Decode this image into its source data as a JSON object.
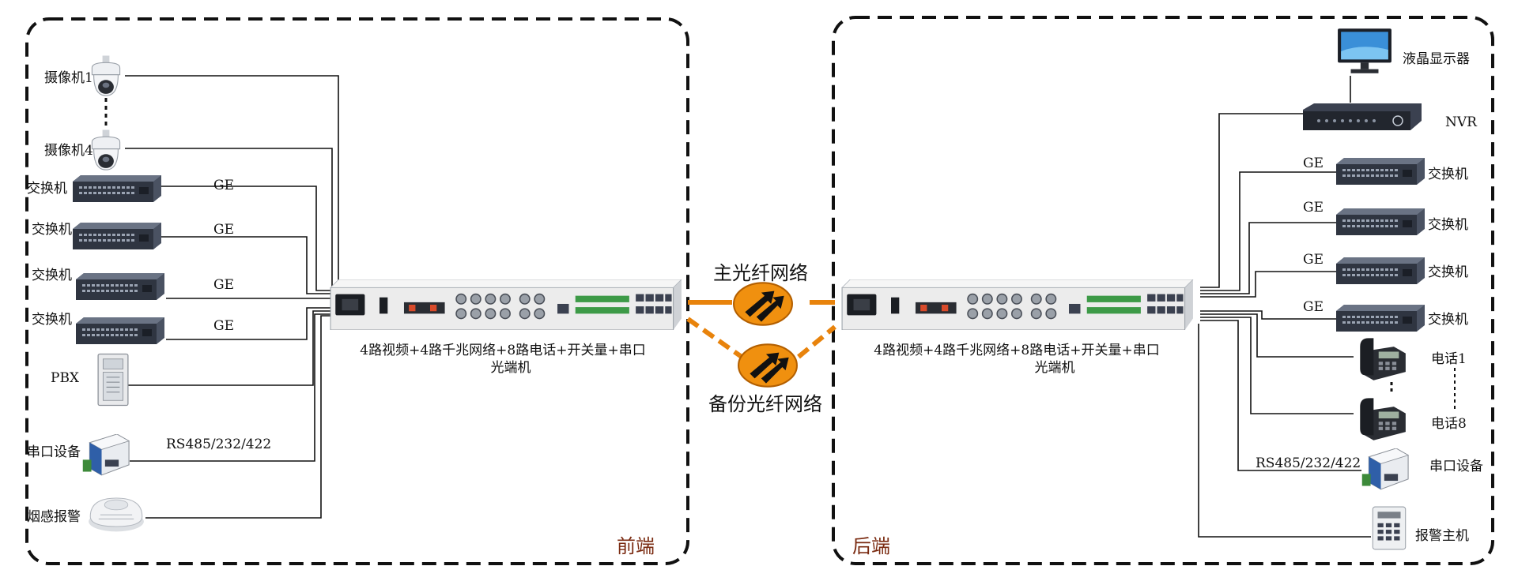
{
  "colors": {
    "fiber": "#e8830c",
    "line": "#111111",
    "zone_label": "#7a2a10",
    "device_body": "#3b4150",
    "unit_body": "#e6e6e6"
  },
  "front": {
    "zone_label": "前端",
    "unit_title_line1": "4路视频+4路千兆网络+8路电话+开关量+串口",
    "unit_title_line2": "光端机",
    "devices": {
      "camera1": "摄像机1",
      "camera4": "摄像机4",
      "switch1": "交换机",
      "switch2": "交换机",
      "switch3": "交换机",
      "switch4": "交换机",
      "pbx": "PBX",
      "serial": "串口设备",
      "smoke": "烟感报警"
    },
    "links": {
      "ge1": "GE",
      "ge2": "GE",
      "ge3": "GE",
      "ge4": "GE",
      "serial": "RS485/232/422"
    }
  },
  "back": {
    "zone_label": "后端",
    "unit_title_line1": "4路视频+4路千兆网络+8路电话+开关量+串口",
    "unit_title_line2": "光端机",
    "devices": {
      "lcd": "液晶显示器",
      "nvr": "NVR",
      "switch1": "交换机",
      "switch2": "交换机",
      "switch3": "交换机",
      "switch4": "交换机",
      "phone1": "电话1",
      "phone8": "电话8",
      "serial": "串口设备",
      "alarm_host": "报警主机"
    },
    "links": {
      "ge1": "GE",
      "ge2": "GE",
      "ge3": "GE",
      "ge4": "GE",
      "serial": "RS485/232/422"
    }
  },
  "network": {
    "primary": "主光纤网络",
    "backup": "备份光纤网络"
  },
  "icons": {
    "camera": "dome-camera-icon",
    "switch": "network-switch-icon",
    "pbx": "pbx-cabinet-icon",
    "serial": "serial-converter-icon",
    "smoke": "smoke-detector-icon",
    "lcd": "lcd-monitor-icon",
    "nvr": "nvr-recorder-icon",
    "phone": "desk-phone-icon",
    "alarm": "alarm-keypad-icon",
    "fiber_node": "fiber-arrow-icon"
  }
}
